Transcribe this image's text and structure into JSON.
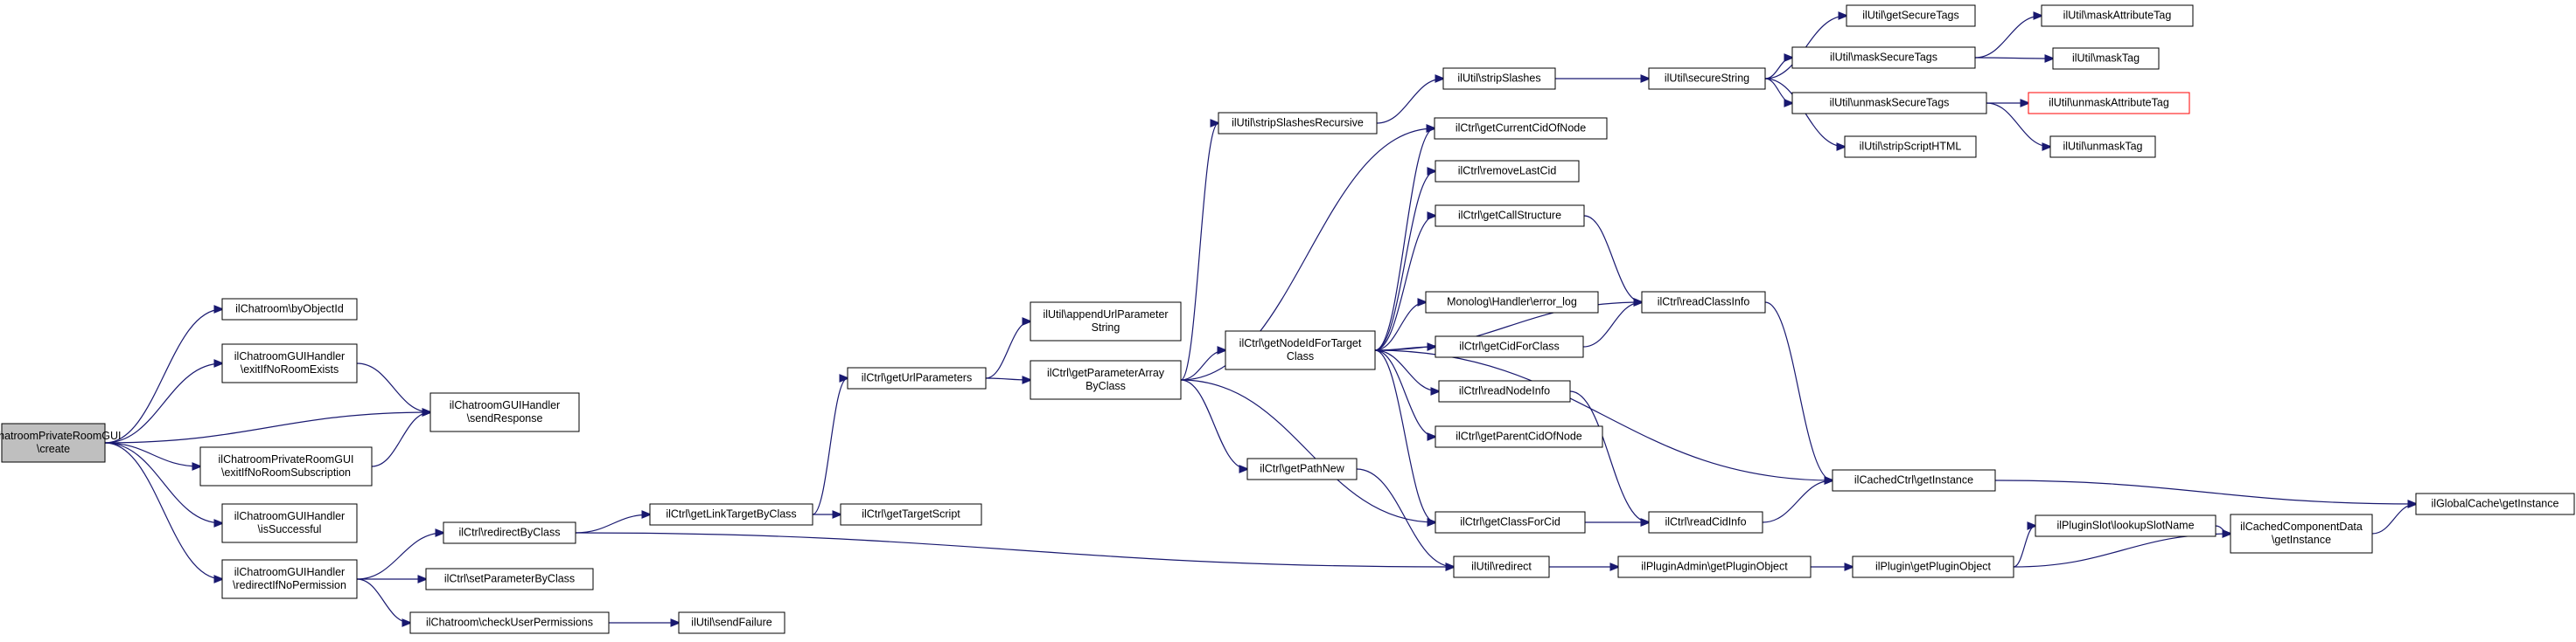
{
  "colors": {
    "edge": "#191970",
    "root_fill": "#bfbfbf",
    "truncated_border": "#ff0000"
  },
  "nodes": [
    {
      "id": "root",
      "lines": [
        "ilChatroomPrivateRoomGUI",
        "\\create"
      ]
    },
    {
      "id": "byObjectId",
      "lines": [
        "ilChatroom\\byObjectId"
      ]
    },
    {
      "id": "exitNoRoom",
      "lines": [
        "ilChatroomGUIHandler",
        "\\exitIfNoRoomExists"
      ]
    },
    {
      "id": "sendResponse",
      "lines": [
        "ilChatroomGUIHandler",
        "\\sendResponse"
      ]
    },
    {
      "id": "exitNoSub",
      "lines": [
        "ilChatroomPrivateRoomGUI",
        "\\exitIfNoRoomSubscription"
      ]
    },
    {
      "id": "isSuccessful",
      "lines": [
        "ilChatroomGUIHandler",
        "\\isSuccessful"
      ]
    },
    {
      "id": "redirectNoPerm",
      "lines": [
        "ilChatroomGUIHandler",
        "\\redirectIfNoPermission"
      ]
    },
    {
      "id": "redirectByClass",
      "lines": [
        "ilCtrl\\redirectByClass"
      ]
    },
    {
      "id": "setParameterByClass",
      "lines": [
        "ilCtrl\\setParameterByClass"
      ]
    },
    {
      "id": "checkUserPermissions",
      "lines": [
        "ilChatroom\\checkUserPermissions"
      ]
    },
    {
      "id": "sendFailure",
      "lines": [
        "ilUtil\\sendFailure"
      ]
    },
    {
      "id": "getLinkTargetByClass",
      "lines": [
        "ilCtrl\\getLinkTargetByClass"
      ]
    },
    {
      "id": "getTargetScript",
      "lines": [
        "ilCtrl\\getTargetScript"
      ]
    },
    {
      "id": "getUrlParameters",
      "lines": [
        "ilCtrl\\getUrlParameters"
      ]
    },
    {
      "id": "appendUrlParameterString",
      "lines": [
        "ilUtil\\appendUrlParameter",
        "String"
      ]
    },
    {
      "id": "getParameterArrayByClass",
      "lines": [
        "ilCtrl\\getParameterArray",
        "ByClass"
      ]
    },
    {
      "id": "stripSlashesRecursive",
      "lines": [
        "ilUtil\\stripSlashesRecursive"
      ]
    },
    {
      "id": "stripSlashes",
      "lines": [
        "ilUtil\\stripSlashes"
      ]
    },
    {
      "id": "secureString",
      "lines": [
        "ilUtil\\secureString"
      ]
    },
    {
      "id": "getSecureTags",
      "lines": [
        "ilUtil\\getSecureTags"
      ]
    },
    {
      "id": "maskSecureTags",
      "lines": [
        "ilUtil\\maskSecureTags"
      ]
    },
    {
      "id": "unmaskSecureTags",
      "lines": [
        "ilUtil\\unmaskSecureTags"
      ]
    },
    {
      "id": "stripScriptHTML",
      "lines": [
        "ilUtil\\stripScriptHTML"
      ]
    },
    {
      "id": "maskAttributeTag",
      "lines": [
        "ilUtil\\maskAttributeTag"
      ]
    },
    {
      "id": "maskTag",
      "lines": [
        "ilUtil\\maskTag"
      ]
    },
    {
      "id": "unmaskAttributeTag",
      "lines": [
        "ilUtil\\unmaskAttributeTag"
      ]
    },
    {
      "id": "unmaskTag",
      "lines": [
        "ilUtil\\unmaskTag"
      ]
    },
    {
      "id": "getNodeIdForTargetClass",
      "lines": [
        "ilCtrl\\getNodeIdForTarget",
        "Class"
      ]
    },
    {
      "id": "getPathNew",
      "lines": [
        "ilCtrl\\getPathNew"
      ]
    },
    {
      "id": "getCurrentCidOfNode",
      "lines": [
        "ilCtrl\\getCurrentCidOfNode"
      ]
    },
    {
      "id": "removeLastCid",
      "lines": [
        "ilCtrl\\removeLastCid"
      ]
    },
    {
      "id": "getCallStructure",
      "lines": [
        "ilCtrl\\getCallStructure"
      ]
    },
    {
      "id": "errorLog",
      "lines": [
        "Monolog\\Handler\\error_log"
      ]
    },
    {
      "id": "getCidForClass",
      "lines": [
        "ilCtrl\\getCidForClass"
      ]
    },
    {
      "id": "readNodeInfo",
      "lines": [
        "ilCtrl\\readNodeInfo"
      ]
    },
    {
      "id": "getParentCidOfNode",
      "lines": [
        "ilCtrl\\getParentCidOfNode"
      ]
    },
    {
      "id": "getClassForCid",
      "lines": [
        "ilCtrl\\getClassForCid"
      ]
    },
    {
      "id": "readClassInfo",
      "lines": [
        "ilCtrl\\readClassInfo"
      ]
    },
    {
      "id": "readCidInfo",
      "lines": [
        "ilCtrl\\readCidInfo"
      ]
    },
    {
      "id": "cachedCtrlGetInstance",
      "lines": [
        "ilCachedCtrl\\getInstance"
      ]
    },
    {
      "id": "redirect",
      "lines": [
        "ilUtil\\redirect"
      ]
    },
    {
      "id": "pluginAdminGetPluginObject",
      "lines": [
        "ilPluginAdmin\\getPluginObject"
      ]
    },
    {
      "id": "pluginGetPluginObject",
      "lines": [
        "ilPlugin\\getPluginObject"
      ]
    },
    {
      "id": "lookupSlotName",
      "lines": [
        "ilPluginSlot\\lookupSlotName"
      ]
    },
    {
      "id": "cachedComponentData",
      "lines": [
        "ilCachedComponentData",
        "\\getInstance"
      ]
    },
    {
      "id": "globalCache",
      "lines": [
        "ilGlobalCache\\getInstance"
      ]
    }
  ]
}
